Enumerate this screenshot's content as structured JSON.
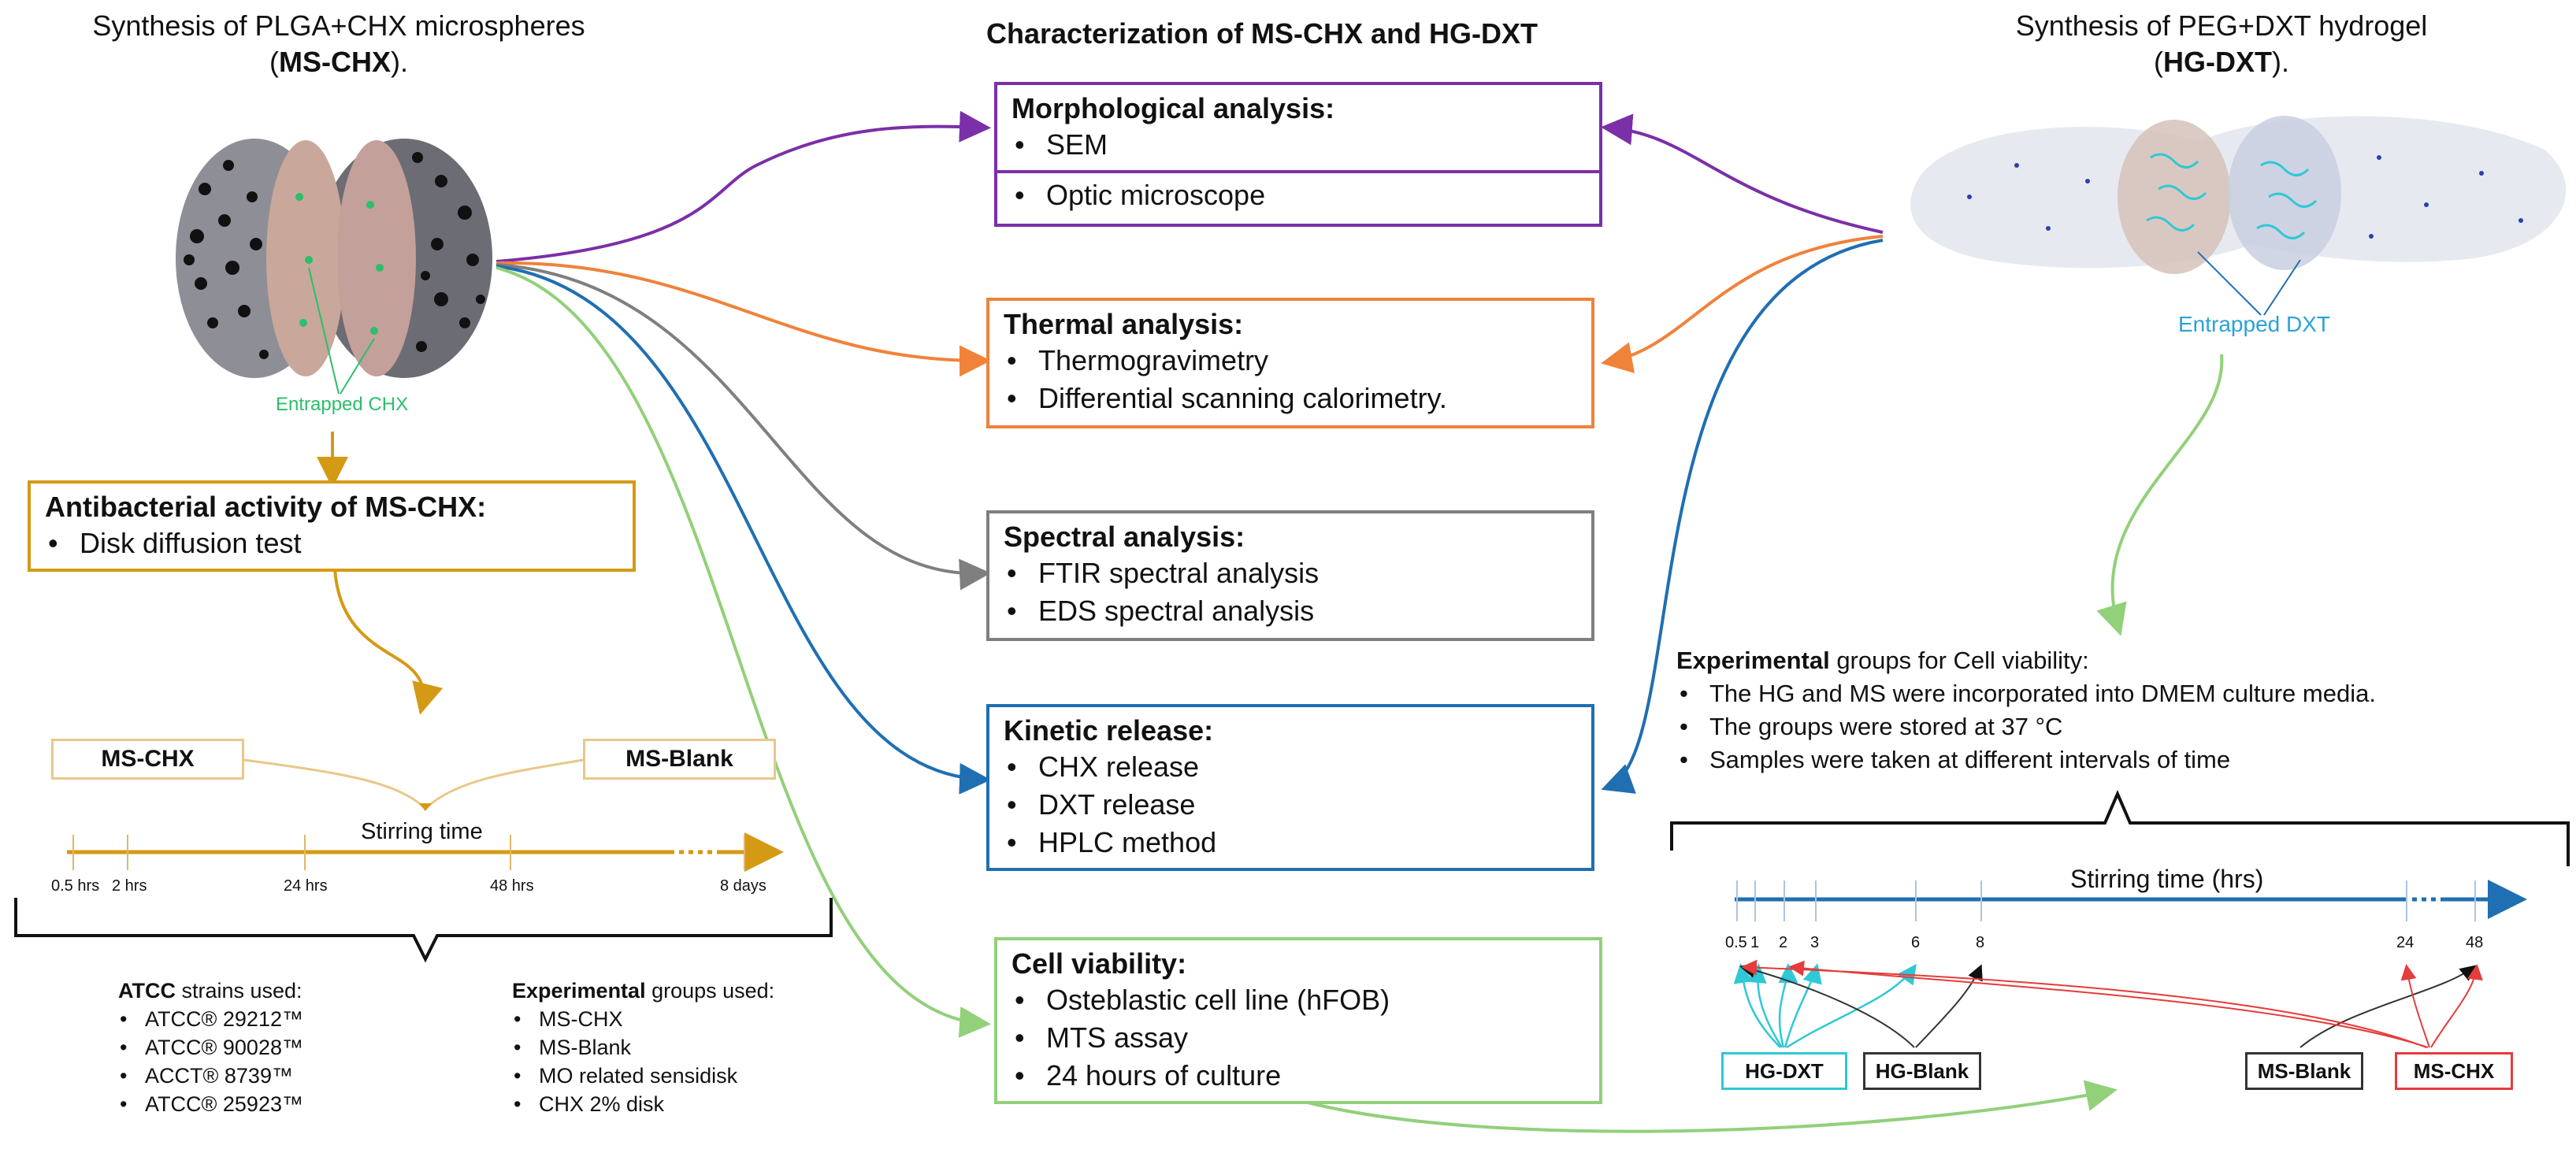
{
  "left": {
    "title_pre": "Synthesis of PLGA+CHX microspheres",
    "title_bold": "MS-CHX",
    "title_open": "(",
    "title_close": ").",
    "entrapped": "Entrapped CHX",
    "antibacterial": {
      "heading": "Antibacterial activity of MS-CHX:",
      "items": [
        "Disk diffusion test"
      ]
    },
    "group_left": "MS-CHX",
    "group_right": "MS-Blank",
    "stirring": "Stirring time",
    "ticks": [
      "0.5 hrs",
      "2 hrs",
      "24 hrs",
      "48 hrs",
      "8 days"
    ],
    "atcc": {
      "bold": "ATCC",
      "rest": " strains used:",
      "items": [
        "ATCC® 29212™",
        "ATCC® 90028™",
        "ACCT® 8739™",
        "ATCC® 25923™"
      ]
    },
    "exp": {
      "bold": "Experimental",
      "rest": " groups used:",
      "items": [
        "MS-CHX",
        "MS-Blank",
        "MO related sensidisk",
        "CHX 2% disk"
      ]
    }
  },
  "center": {
    "title": "Characterization of MS-CHX and HG-DXT",
    "morph": {
      "heading": "Morphological analysis:",
      "item1": "SEM",
      "item2": "Optic microscope"
    },
    "thermal": {
      "heading": "Thermal analysis:",
      "items": [
        "Thermogravimetry",
        "Differential scanning calorimetry."
      ]
    },
    "spectral": {
      "heading": "Spectral analysis:",
      "items": [
        "FTIR spectral analysis",
        "EDS spectral analysis"
      ]
    },
    "kinetic": {
      "heading": "Kinetic release:",
      "items": [
        "CHX release",
        "DXT release",
        "HPLC method"
      ]
    },
    "viability": {
      "heading": "Cell viability:",
      "items": [
        "Osteblastic cell line (hFOB)",
        "MTS assay",
        "24 hours of culture"
      ]
    }
  },
  "right": {
    "title_pre": "Synthesis of PEG+DXT hydrogel",
    "title_bold": "HG-DXT",
    "title_open": "(",
    "title_close": ").",
    "entrapped": "Entrapped DXT",
    "exp": {
      "bold": "Experimental",
      "rest": " groups for Cell viability:",
      "items": [
        "The HG and MS were incorporated into DMEM culture media.",
        "The groups were stored at 37 °C",
        "Samples were taken at different intervals of time"
      ]
    },
    "stirring": "Stirring time (hrs)",
    "ticks": [
      "0.5",
      "1",
      "2",
      "3",
      "6",
      "8",
      "24",
      "48"
    ],
    "groups": [
      "HG-DXT",
      "HG-Blank",
      "MS-Blank",
      "MS-CHX"
    ]
  },
  "colors": {
    "purple": "#7b2fa8",
    "orange": "#f0823a",
    "gray": "#7f7f7f",
    "blue": "#1f6fb2",
    "green": "#92d07a",
    "gold": "#d49a16",
    "cyan": "#2ec8d6",
    "red": "#e53c3c",
    "black": "#111111"
  }
}
